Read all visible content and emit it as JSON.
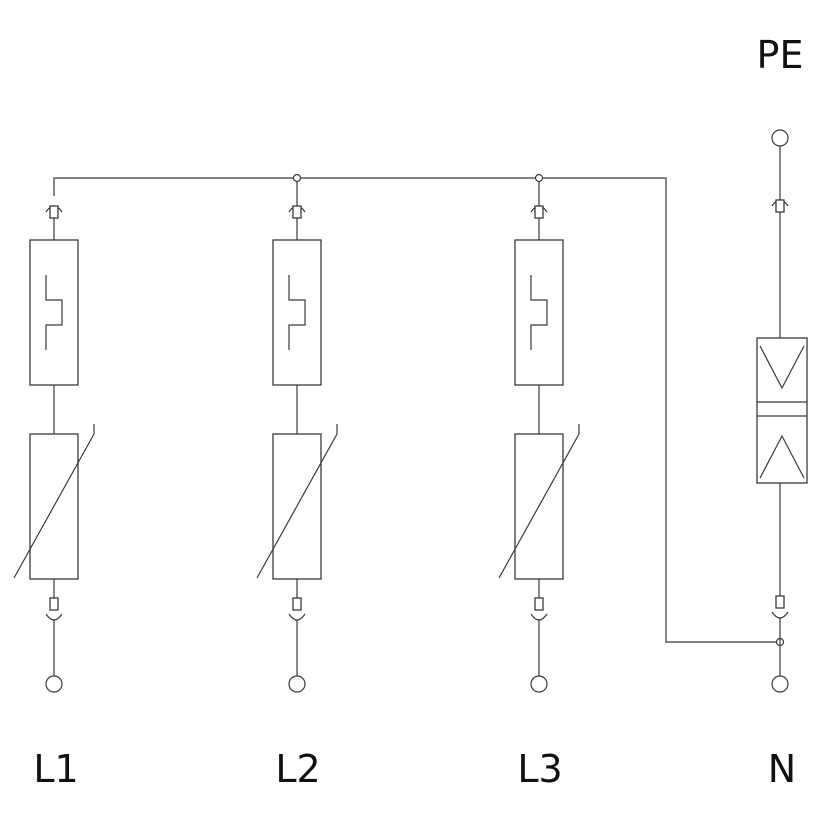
{
  "labels": {
    "pe": "PE",
    "l1": "L1",
    "l2": "L2",
    "l3": "L3",
    "n": "N"
  },
  "colors": {
    "line": "#3a3a3a",
    "text": "#111111",
    "background": "#ffffff"
  }
}
